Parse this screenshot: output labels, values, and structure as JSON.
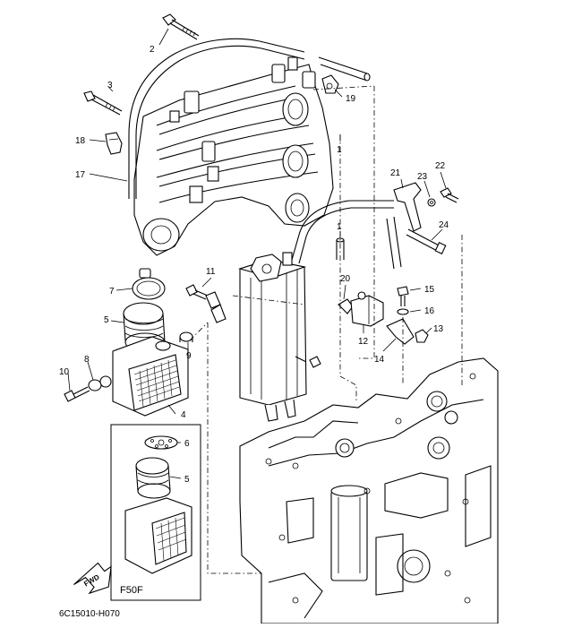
{
  "diagram": {
    "fig_code": "6C15010-H070",
    "variant_label": "F50F",
    "fwd_label": "FWD",
    "callouts": [
      "1",
      "1",
      "2",
      "3",
      "4",
      "5",
      "5",
      "6",
      "7",
      "8",
      "9",
      "10",
      "11",
      "12",
      "13",
      "14",
      "15",
      "16",
      "17",
      "18",
      "19",
      "20",
      "21",
      "22",
      "23",
      "24"
    ]
  }
}
